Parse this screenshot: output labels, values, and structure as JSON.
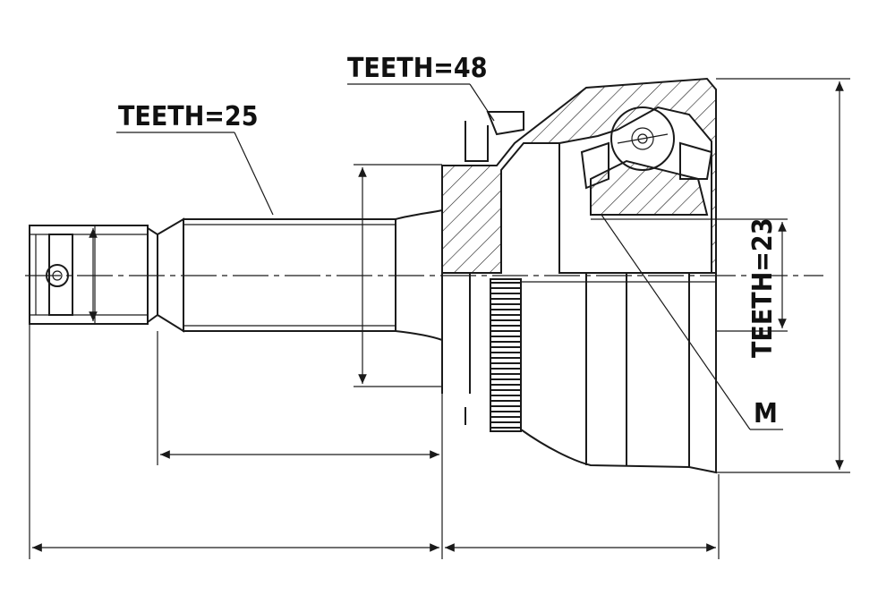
{
  "labels": {
    "teeth_spline_shaft": "TEETH=25",
    "teeth_abs_ring": "TEETH=48",
    "teeth_inner_spline": "TEETH=23",
    "thread": "M"
  },
  "colors": {
    "line": "#1a1a1a",
    "background": "#ffffff"
  }
}
